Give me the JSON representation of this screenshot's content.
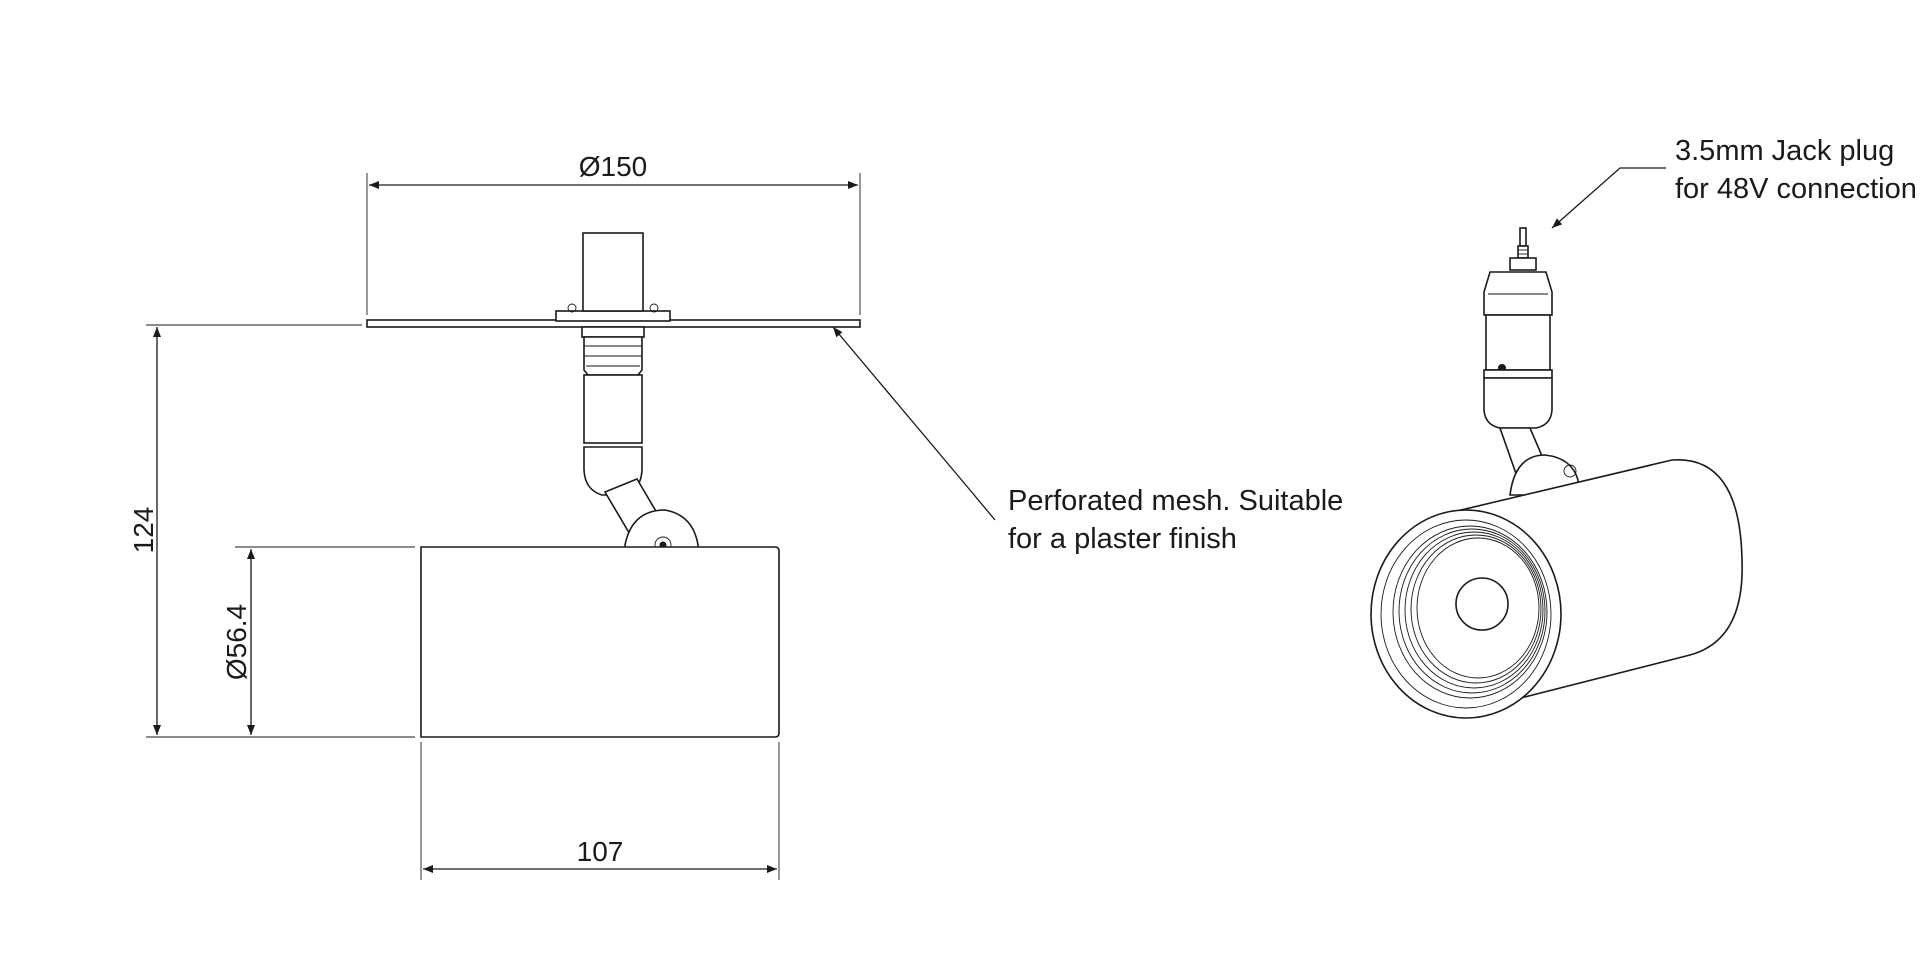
{
  "dimensions": {
    "plate_diameter": "Ø150",
    "overall_height": "124",
    "body_diameter": "Ø56.4",
    "body_length": "107"
  },
  "notes": {
    "mesh": {
      "line1": "Perforated mesh. Suitable",
      "line2": "for a plaster finish"
    },
    "jack": {
      "line1": "3.5mm Jack plug",
      "line2": "for 48V connection"
    }
  },
  "colors": {
    "line": "#1a1a1a",
    "background": "#ffffff"
  }
}
